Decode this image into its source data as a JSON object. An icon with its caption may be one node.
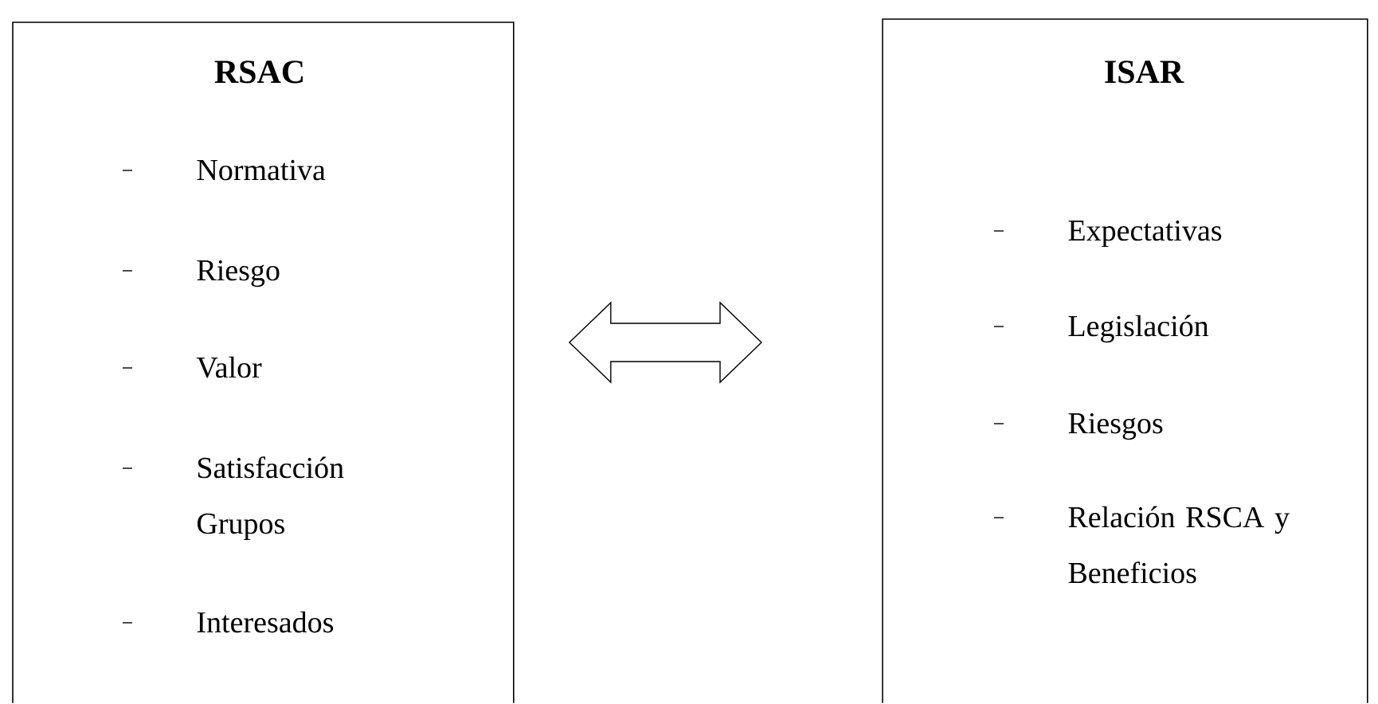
{
  "diagram": {
    "nodes": [
      {
        "text": [
          "RSAC",
          "Normativa",
          "Riesgo",
          "Valor",
          "Satisfacción Grupos",
          "Interesados"
        ]
      },
      {
        "text": [
          "ISAR",
          "Expectativas",
          "Legislación",
          "Riesgos",
          "Relación RSCA y Beneficios"
        ]
      }
    ],
    "edges": [
      {
        "from": 0,
        "to": 1,
        "arrow": "both"
      }
    ]
  }
}
